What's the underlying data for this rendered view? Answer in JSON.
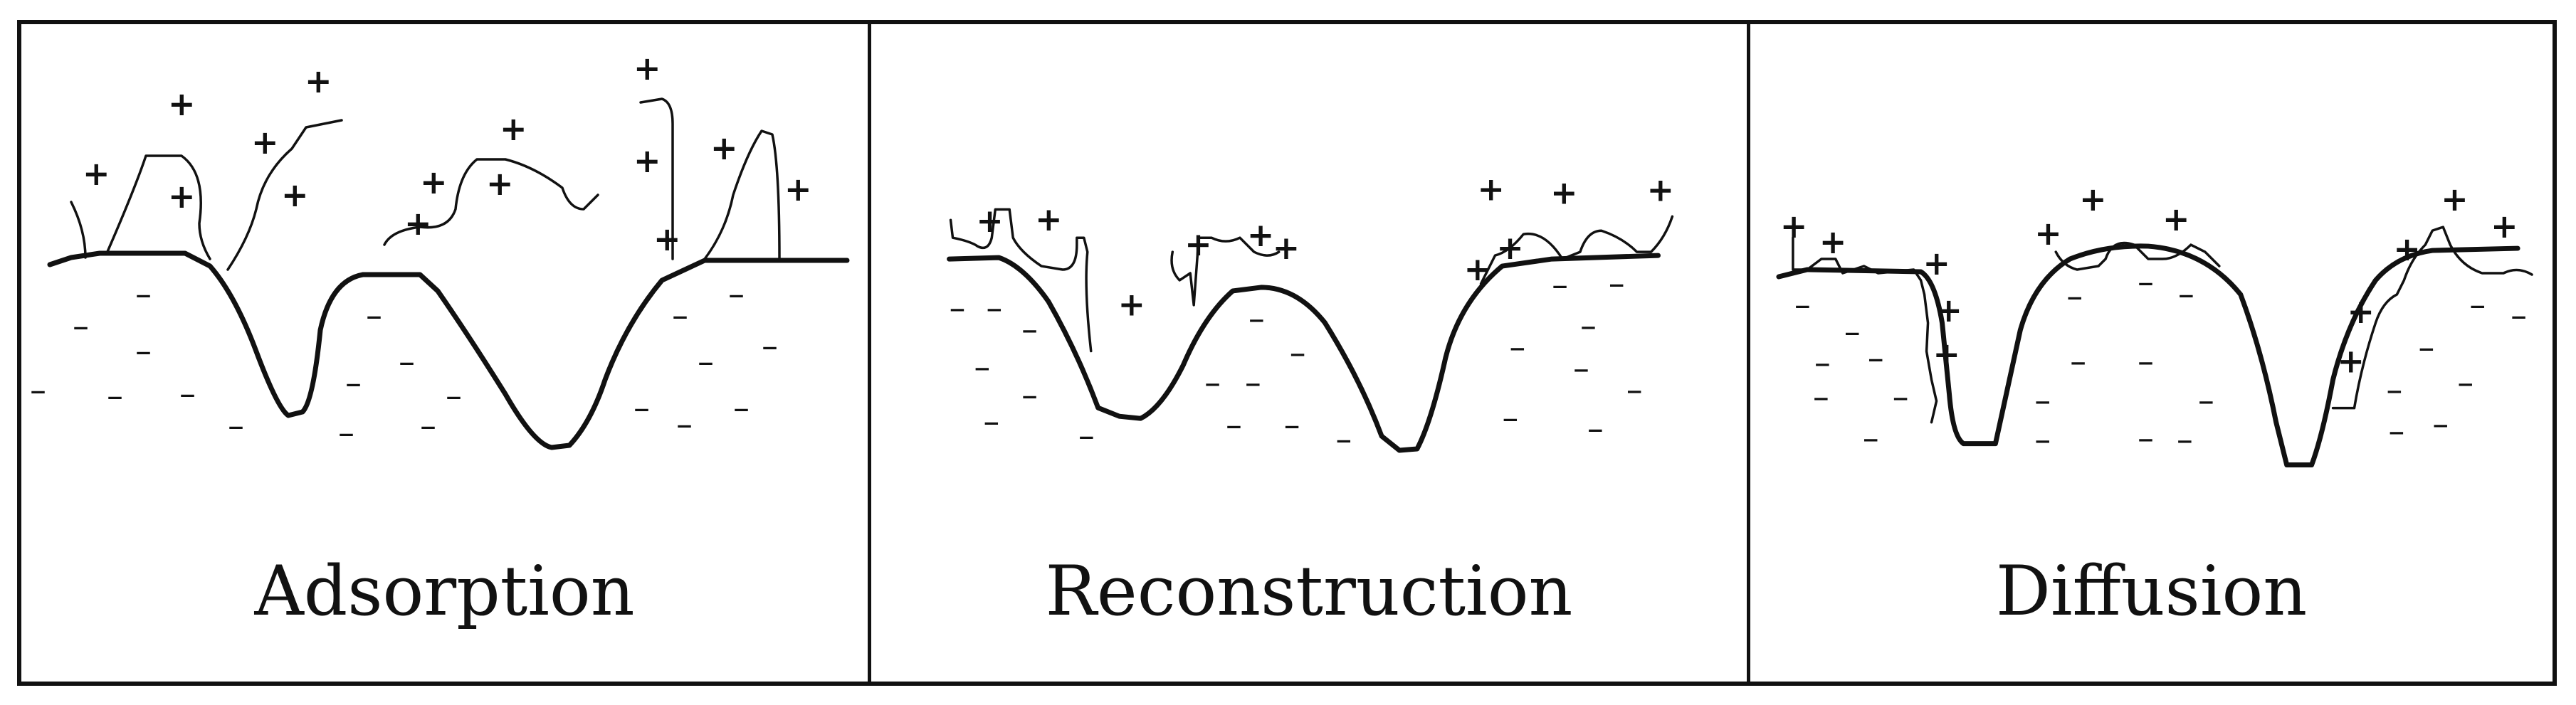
{
  "panels": [
    {
      "caption": "Adsorption"
    },
    {
      "caption": "Reconstruction"
    },
    {
      "caption": "Diffusion"
    }
  ],
  "symbols": {
    "plus": "+",
    "minus": "–"
  },
  "colors": {
    "line": "#111111",
    "background": "#ffffff"
  }
}
